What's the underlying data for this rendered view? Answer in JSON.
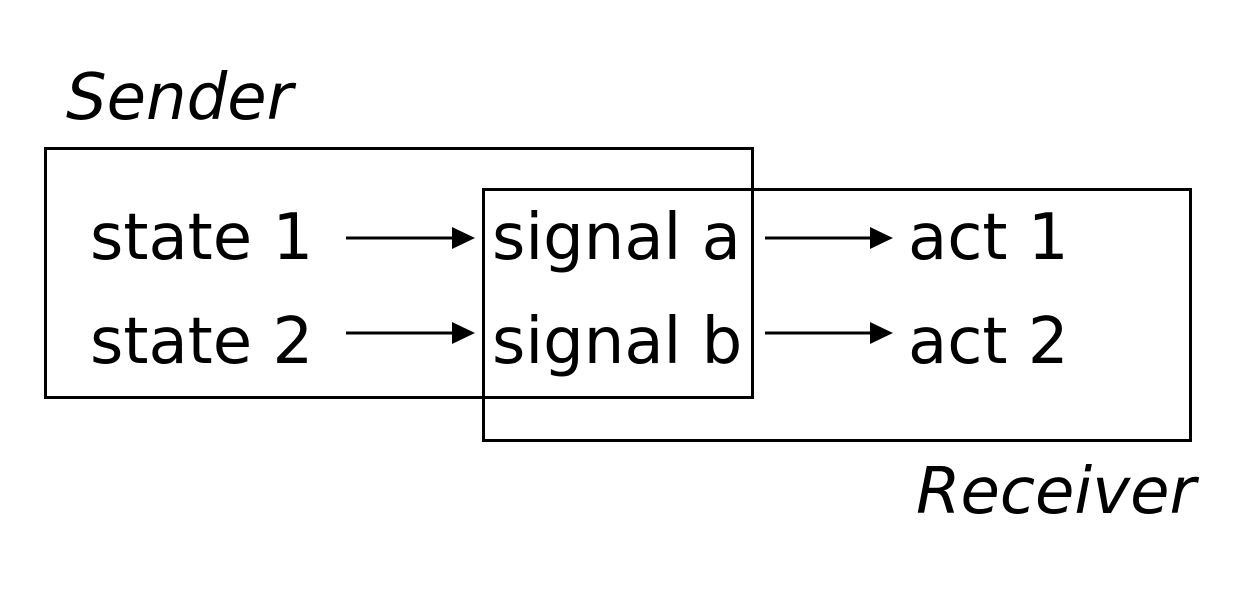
{
  "sender": {
    "label": "Sender"
  },
  "receiver": {
    "label": "Receiver"
  },
  "states": [
    "state 1",
    "state 2"
  ],
  "signals": [
    "signal a",
    "signal b"
  ],
  "acts": [
    "act 1",
    "act 2"
  ],
  "colors": {
    "ink": "#000000",
    "background": "#ffffff"
  }
}
